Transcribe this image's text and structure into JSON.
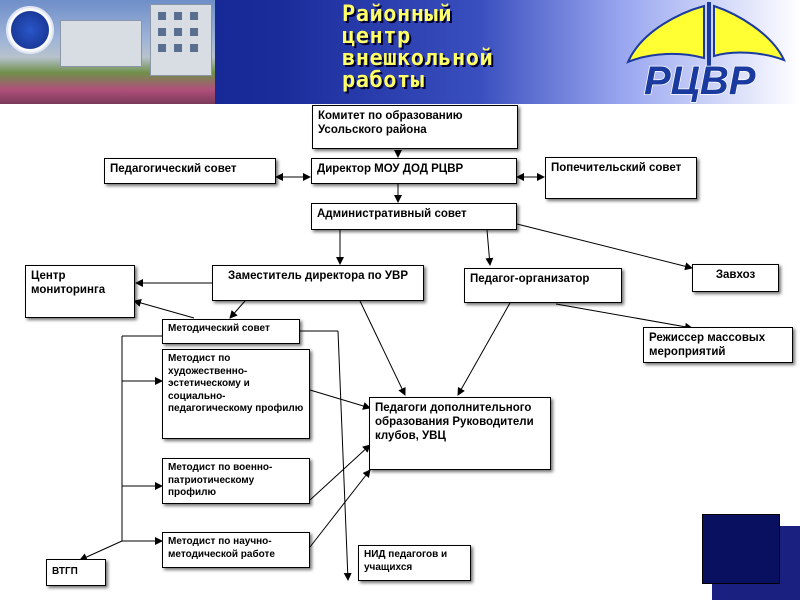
{
  "header": {
    "title_lines": [
      "Районный",
      "центр",
      "внешкольной",
      "работы"
    ],
    "logo_text": "РЦВР"
  },
  "boxes": {
    "committee": "Комитет  по образованию Усольского района",
    "director": "Директор МОУ ДОД РЦВР",
    "ped_council": "Педагогический совет",
    "trustee": "Попечительский совет",
    "admin_council": "Административный совет",
    "monitoring": "Центр мониторинга",
    "deputy": "Заместитель директора по УВР",
    "organizer": "Педагог-организатор",
    "zavhoz": "Завхоз",
    "method_council": "Методический совет",
    "director_events": "Режиссер массовых мероприятий",
    "methodist_art": "Методист по художественно-эстетическому и социально-педагогическому профилю",
    "teachers": "Педагоги дополнительного образования Руководители клубов, УВЦ",
    "methodist_military": "Методист по военно-патриотическому профилю",
    "methodist_science": "Методист по научно-методической работе",
    "vtgp": "ВТГП",
    "nid": "НИД  педагогов и учащихся"
  },
  "colors": {
    "banner_dark": "#0c1f8c",
    "title_yellow": "#ffff66",
    "logo_yellow": "#ffff33",
    "logo_blue": "#1a3aa0"
  }
}
